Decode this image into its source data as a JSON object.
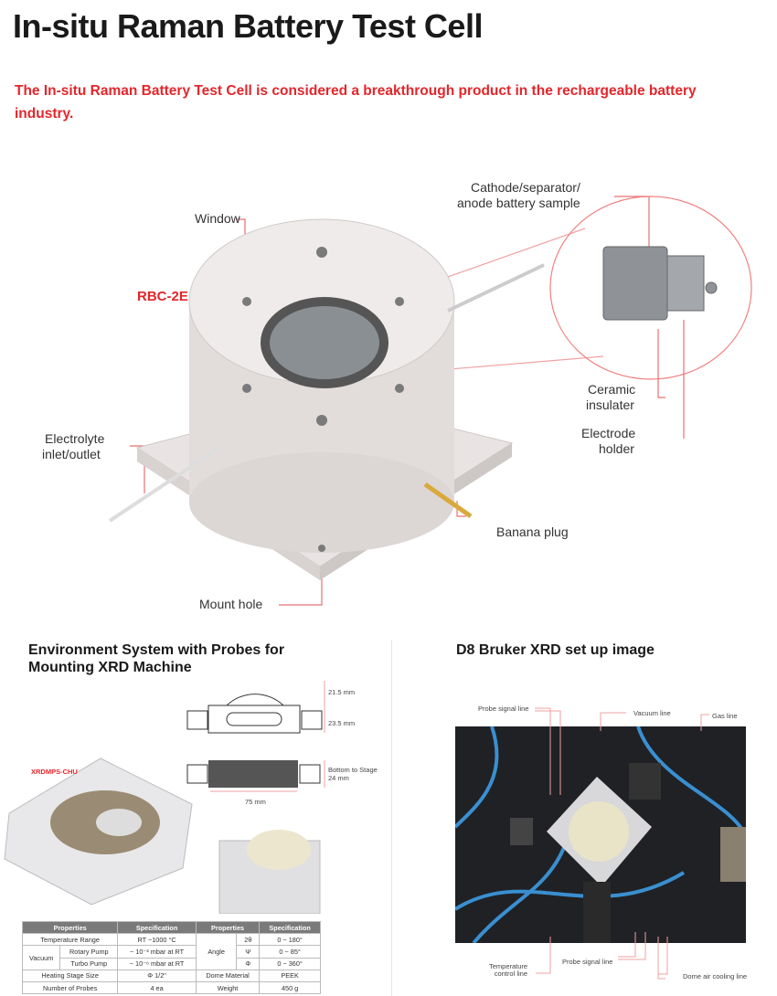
{
  "title": "In-situ Raman Battery Test Cell",
  "intro": "The In-situ Raman Battery Test Cell is considered a breakthrough product in the rechargeable battery industry.",
  "diagram": {
    "model": "RBC-2E",
    "labels": {
      "window": "Window",
      "sample_1": "Cathode/separator/",
      "sample_2": "anode battery sample",
      "ceramic_1": "Ceramic",
      "ceramic_2": "insulater",
      "holder_1": "Electrode",
      "holder_2": "holder",
      "inlet_1": "Electrolyte",
      "inlet_2": "inlet/outlet",
      "banana": "Banana plug",
      "mount": "Mount hole"
    }
  },
  "env": {
    "heading_1": "Environment System with Probes for",
    "heading_2": "Mounting XRD Machine",
    "model": "XRDMPS-CHU",
    "dims": {
      "d1": "21.5 mm",
      "d2": "23.5 mm",
      "d3_1": "Bottom to Stage",
      "d3_2": "24 mm",
      "width": "75 mm"
    },
    "table": {
      "headers": [
        "Properties",
        "Specification",
        "Properties",
        "Specification"
      ],
      "temp": "Temperature Range",
      "temp_v": "RT ~1000 °C",
      "vacuum": "Vacuum",
      "rotary": "Rotary Pump",
      "rotary_v": "~ 10⁻³ mbar at RT",
      "turbo": "Turbo Pump",
      "turbo_v": "~ 10⁻⁶ mbar at RT",
      "angle": "Angle",
      "a1": "2θ",
      "a1_v": "0 ~ 180°",
      "a2": "Ψ",
      "a2_v": "0 ~ 85°",
      "a3": "Φ",
      "a3_v": "0 ~ 360°",
      "heat": "Heating Stage Size",
      "heat_v": "Φ 1/2\"",
      "dome": "Dome Material",
      "dome_v": "PEEK",
      "probes": "Number of Probes",
      "probes_v": "4 ea",
      "weight": "Weight",
      "weight_v": "450 g"
    }
  },
  "xrd": {
    "heading": "D8 Bruker XRD set up image",
    "labels": {
      "probe_top": "Probe signal line",
      "vacuum": "Vacuum line",
      "gas": "Gas line",
      "temp_1": "Temperature",
      "temp_2": "control line",
      "probe_bottom": "Probe signal line",
      "dome": "Dome air cooling line"
    }
  }
}
